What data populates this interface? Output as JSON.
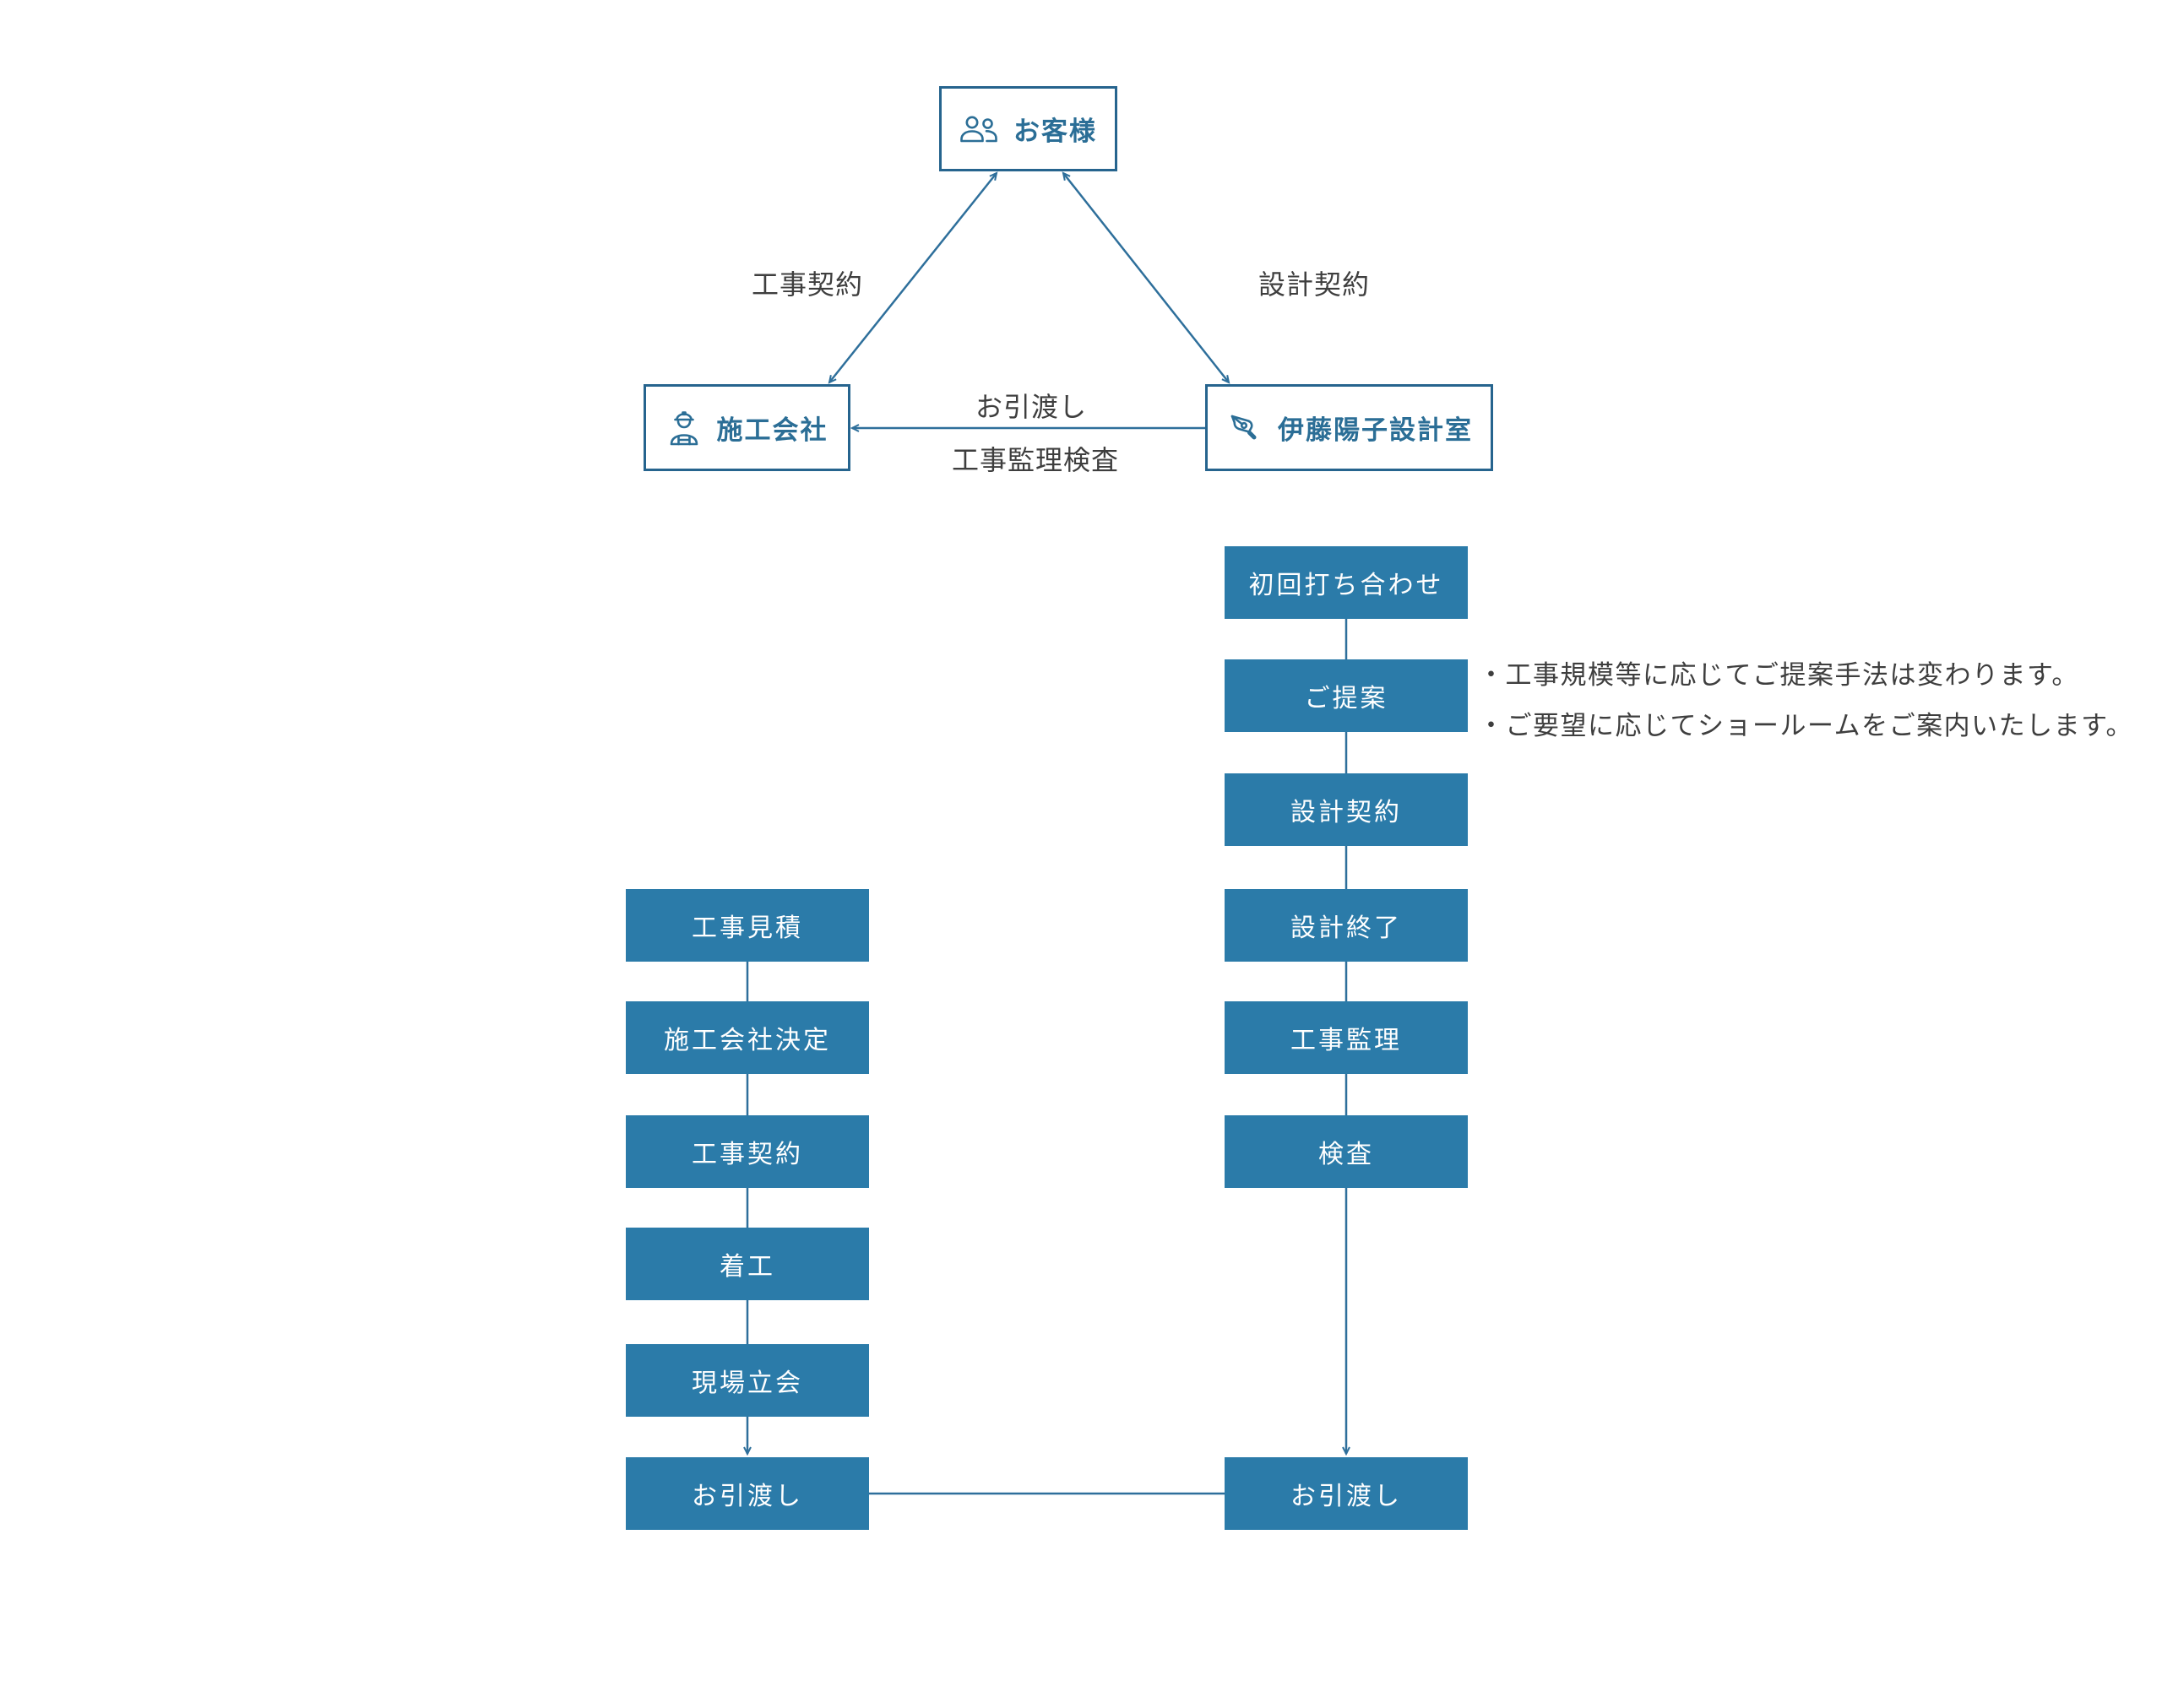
{
  "colors": {
    "box_fill": "#2B7BA9",
    "outline": "#26648E",
    "line": "#2E6F9B",
    "entity_text": "#2B6E96",
    "label_text": "#3E3E3E",
    "step_text": "#FFFFFF"
  },
  "triangle": {
    "customer": {
      "label": "お客様",
      "icon": "people-icon"
    },
    "builder": {
      "label": "施工会社",
      "icon": "worker-icon"
    },
    "designer": {
      "label": "伊藤陽子設計室",
      "icon": "pen-icon"
    },
    "edges": {
      "construction_contract": "工事契約",
      "design_contract": "設計契約",
      "handover": "お引渡し",
      "supervision_inspection": "工事監理検査"
    }
  },
  "left_flow": {
    "steps": [
      "工事見積",
      "施工会社決定",
      "工事契約",
      "着工",
      "現場立会",
      "お引渡し"
    ]
  },
  "right_flow": {
    "steps": [
      "初回打ち合わせ",
      "ご提案",
      "設計契約",
      "設計終了",
      "工事監理",
      "検査",
      "お引渡し"
    ]
  },
  "notes": [
    "・工事規模等に応じてご提案手法は変わります。",
    "・ご要望に応じてショールームをご案内いたします。"
  ]
}
